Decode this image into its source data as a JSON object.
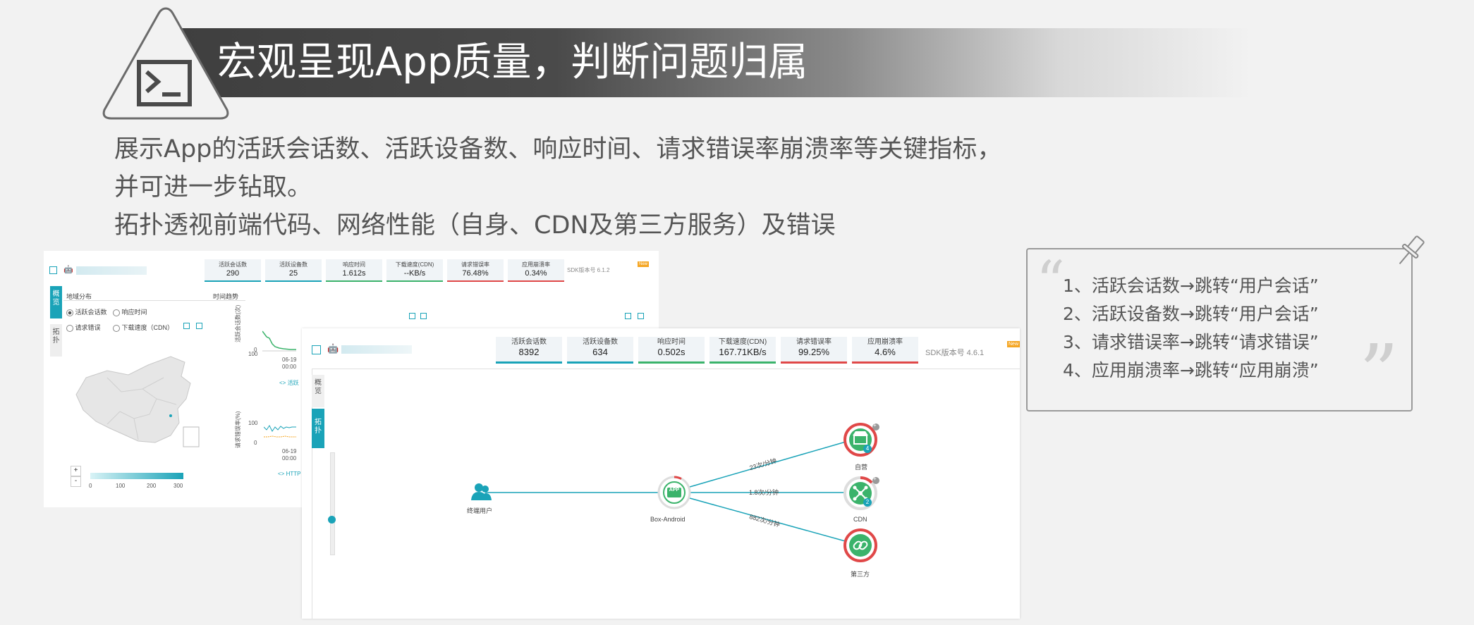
{
  "header": {
    "title": "宏观呈现App质量，判断问题归属",
    "icon": "terminal-icon"
  },
  "intro": {
    "line1": "展示App的活跃会话数、活跃设备数、响应时间、请求错误率崩溃率等关键指标，",
    "line2": "并可进一步钻取。",
    "line3": "拓扑透视前端代码、网络性能（自身、CDN及第三方服务）及错误"
  },
  "back_panel": {
    "metrics": [
      {
        "label": "活跃会话数",
        "value": "290",
        "color": "#1aa3b8"
      },
      {
        "label": "活跃设备数",
        "value": "25",
        "color": "#1aa3b8"
      },
      {
        "label": "响应时间",
        "value": "1.612s",
        "color": "#3bb36b"
      },
      {
        "label": "下载速度(CDN)",
        "value": "--KB/s",
        "color": "#3bb36b"
      },
      {
        "label": "请求错误率",
        "value": "76.48%",
        "color": "#e04848"
      },
      {
        "label": "应用崩溃率",
        "value": "0.34%",
        "color": "#e04848"
      }
    ],
    "sdk_version": "SDK版本号  6.1.2",
    "new_badge": "New",
    "tabs": [
      "概览",
      "拓扑"
    ],
    "geo_title": "地域分布",
    "trend_title": "时间趋势",
    "radio_options": [
      "活跃会话数",
      "响应时间",
      "请求错误",
      "下载速度（CDN）"
    ],
    "legend_ticks": [
      "0",
      "100",
      "200",
      "300"
    ],
    "zoom_in": "+",
    "zoom_out": "-",
    "chart1_ylabel": "活跃会话数(次)",
    "chart1_yticks": [
      "100",
      "0"
    ],
    "chart1_xtick": "06-19\n00:00",
    "chart1_legend": "活跃",
    "chart2_ylabel": "请求错误率(%)",
    "chart2_yticks": [
      "100",
      "0"
    ],
    "chart2_xtick": "06-19\n00:00",
    "chart2_legend": "HTTP"
  },
  "front_panel": {
    "metrics": [
      {
        "label": "活跃会话数",
        "value": "8392",
        "color": "#1aa3b8"
      },
      {
        "label": "活跃设备数",
        "value": "634",
        "color": "#1aa3b8"
      },
      {
        "label": "响应时间",
        "value": "0.502s",
        "color": "#3bb36b"
      },
      {
        "label": "下载速度(CDN)",
        "value": "167.71KB/s",
        "color": "#3bb36b"
      },
      {
        "label": "请求错误率",
        "value": "99.25%",
        "color": "#e04848"
      },
      {
        "label": "应用崩溃率",
        "value": "4.6%",
        "color": "#e04848"
      }
    ],
    "sdk_version": "SDK版本号  4.6.1",
    "new_badge": "New",
    "tabs": [
      "概览",
      "拓扑"
    ],
    "topology": {
      "user_node": "终端用户",
      "app_node": "Box-Android",
      "app_badge": "APP",
      "targets": [
        {
          "name": "自营",
          "rate": "23次/分钟",
          "badge": "4",
          "icon": "store-icon"
        },
        {
          "name": "CDN",
          "rate": "1.8次/分钟",
          "badge": "2",
          "icon": "network-icon"
        },
        {
          "name": "第三方",
          "rate": "882次/分钟",
          "badge": "",
          "icon": "link-icon"
        }
      ]
    }
  },
  "notes": {
    "items": [
      "1、活跃会话数→跳转“用户会话”",
      "2、活跃设备数→跳转“用户会话”",
      "3、请求错误率→跳转“请求错误”",
      "4、应用崩溃率→跳转“应用崩溃”"
    ],
    "open_quote": "“",
    "close_quote": "”"
  },
  "colors": {
    "accent": "#1aa3b8",
    "green": "#3bb36b",
    "red": "#e04848",
    "banner_dark": "#3f3f3f"
  }
}
